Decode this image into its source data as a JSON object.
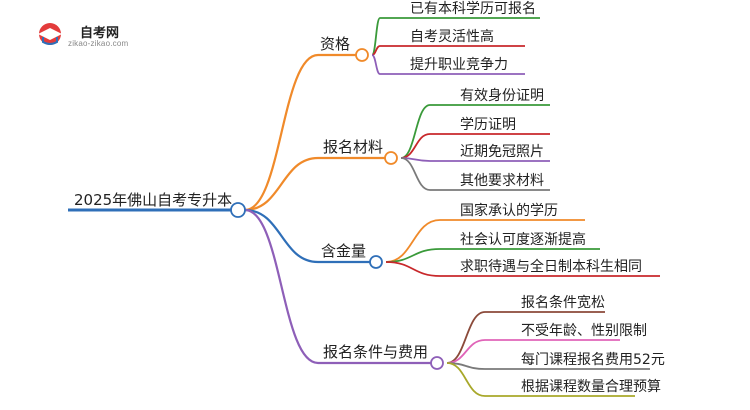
{
  "logo": {
    "title": "自考网",
    "subtitle": "zikao-zikao.com"
  },
  "root": {
    "label": "2025年佛山自考专升本",
    "color": "#2f6fb8"
  },
  "branches": [
    {
      "label": "资格",
      "color": "#f08a2a",
      "leaves": [
        {
          "label": "已有本科学历可报名",
          "color": "#3a9a3a"
        },
        {
          "label": "自考灵活性高",
          "color": "#c8282b"
        },
        {
          "label": "提升职业竞争力",
          "color": "#8e5fb8"
        }
      ]
    },
    {
      "label": "报名材料",
      "color": "#f08a2a",
      "leaves": [
        {
          "label": "有效身份证明",
          "color": "#3a9a3a"
        },
        {
          "label": "学历证明",
          "color": "#c8282b"
        },
        {
          "label": "近期免冠照片",
          "color": "#8e5fb8"
        },
        {
          "label": "其他要求材料",
          "color": "#7a7a7a"
        }
      ]
    },
    {
      "label": "含金量",
      "color": "#2f6fb8",
      "leaves": [
        {
          "label": "国家承认的学历",
          "color": "#f08a2a"
        },
        {
          "label": "社会认可度逐渐提高",
          "color": "#3a9a3a"
        },
        {
          "label": "求职待遇与全日制本科生相同",
          "color": "#c8282b"
        }
      ]
    },
    {
      "label": "报名条件与费用",
      "color": "#8e5fb8",
      "leaves": [
        {
          "label": "报名条件宽松",
          "color": "#8b4a3a"
        },
        {
          "label": "不受年龄、性别限制",
          "color": "#e064b8"
        },
        {
          "label": "每门课程报名费用52元",
          "color": "#7a7a7a"
        },
        {
          "label": "根据课程数量合理预算",
          "color": "#a8a82a"
        }
      ]
    }
  ]
}
